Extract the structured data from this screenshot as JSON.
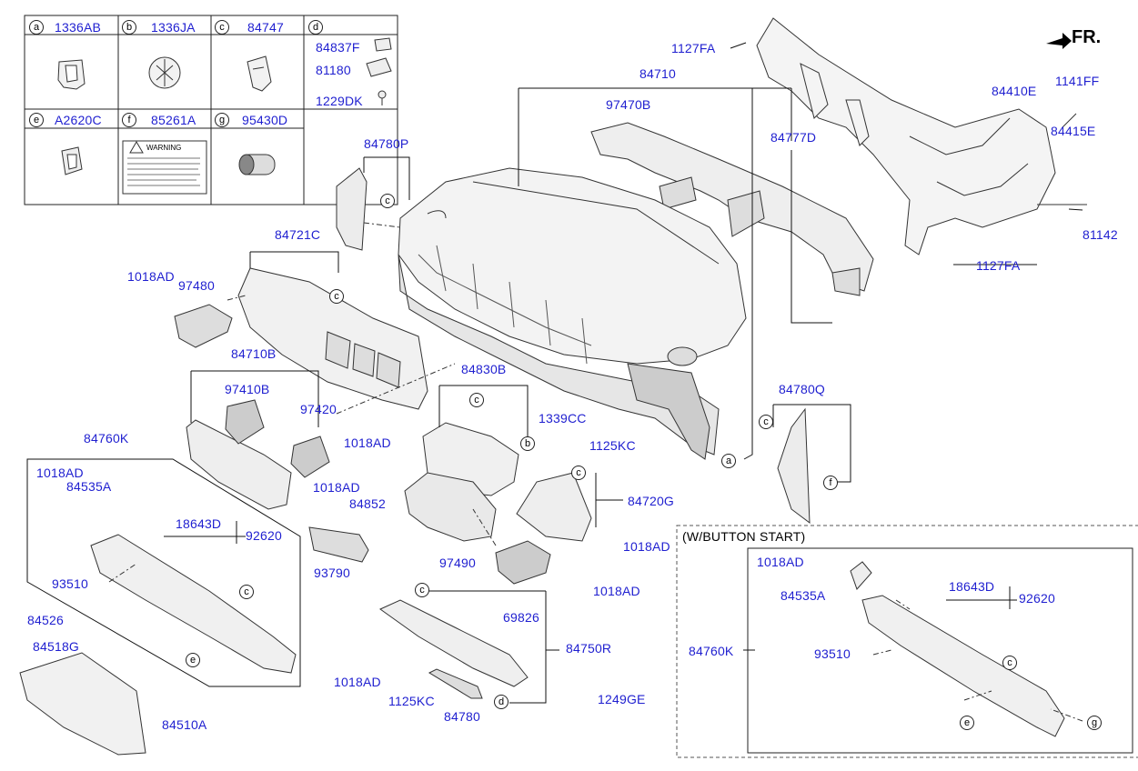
{
  "legend": {
    "cells": [
      {
        "letter": "a",
        "part": "1336AB"
      },
      {
        "letter": "b",
        "part": "1336JA"
      },
      {
        "letter": "c",
        "part": "84747"
      },
      {
        "letter": "d",
        "part": ""
      },
      {
        "letter": "e",
        "part": "A2620C"
      },
      {
        "letter": "f",
        "part": "85261A"
      },
      {
        "letter": "g",
        "part": "95430D"
      }
    ],
    "d_parts": [
      "84837F",
      "81180",
      "1229DK"
    ],
    "warning_label": "WARNING"
  },
  "direction": "FR.",
  "inset_title": "(W/BUTTON START)",
  "labels": {
    "p84710": "84710",
    "p97470B": "97470B",
    "p84777D": "84777D",
    "p1127FA_a": "1127FA",
    "p1127FA_b": "1127FA",
    "p84410E": "84410E",
    "p1141FF": "1141FF",
    "p84415E": "84415E",
    "p81142": "81142",
    "p84780P": "84780P",
    "p84721C": "84721C",
    "p1018AD_a": "1018AD",
    "p97480": "97480",
    "p84710B": "84710B",
    "p97410B": "97410B",
    "p97420": "97420",
    "p1018AD_b": "1018AD",
    "p84830B": "84830B",
    "p1339CC": "1339CC",
    "p1125KC_a": "1125KC",
    "p84780Q": "84780Q",
    "p84760K": "84760K",
    "p1018AD_c": "1018AD",
    "p84535A": "84535A",
    "p18643D": "18643D",
    "p92620": "92620",
    "p1018AD_d": "1018AD",
    "p84852": "84852",
    "p84720G": "84720G",
    "p1018AD_e": "1018AD",
    "p93790": "93790",
    "p97490": "97490",
    "p1018AD_f": "1018AD",
    "p93510": "93510",
    "p69826": "69826",
    "p84526": "84526",
    "p84518G": "84518G",
    "p84750R": "84750R",
    "p1018AD_g": "1018AD",
    "p1125KC_b": "1125KC",
    "p1249GE": "1249GE",
    "p84780": "84780",
    "p84510A": "84510A",
    "i1018AD": "1018AD",
    "i84535A": "84535A",
    "i18643D": "18643D",
    "i92620": "92620",
    "i84760K": "84760K",
    "i93510": "93510"
  },
  "callouts": {
    "c1": "c",
    "c2": "c",
    "c3": "c",
    "c4": "b",
    "c5": "c",
    "c6": "a",
    "c7": "c",
    "c8": "f",
    "c9": "c",
    "c10": "c",
    "c11": "e",
    "c12": "c",
    "c13": "d",
    "c14": "c",
    "c15": "e",
    "c16": "g"
  }
}
